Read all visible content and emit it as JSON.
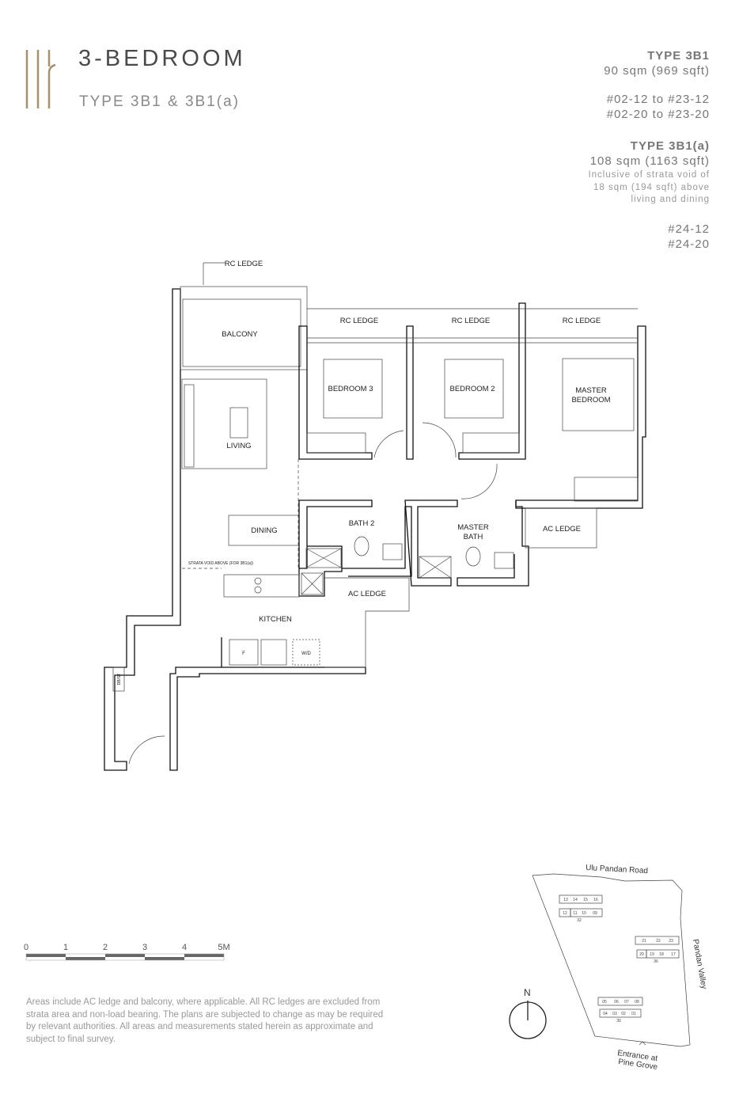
{
  "header": {
    "title": "3-BEDROOM",
    "subtitle": "TYPE 3B1 & 3B1(a)",
    "brand_color": "#a8916a"
  },
  "unit_info": {
    "type_a": {
      "name": "TYPE 3B1",
      "area": "90 sqm (969 sqft)",
      "units": [
        "#02-12 to #23-12",
        "#02-20 to #23-20"
      ]
    },
    "type_b": {
      "name": "TYPE 3B1(a)",
      "area": "108 sqm (1163 sqft)",
      "note": [
        "Inclusive of strata void of",
        "18 sqm (194 sqft) above",
        "living and dining"
      ],
      "units": [
        "#24-12",
        "#24-20"
      ]
    }
  },
  "floor_plan": {
    "labels": {
      "rc_ledge_balcony": "RC LEDGE",
      "balcony": "BALCONY",
      "rc_ledge_1": "RC LEDGE",
      "rc_ledge_2": "RC LEDGE",
      "rc_ledge_3": "RC LEDGE",
      "bedroom3": "BEDROOM 3",
      "bedroom2": "BEDROOM 2",
      "master_bedroom_1": "MASTER",
      "master_bedroom_2": "BEDROOM",
      "living": "LIVING",
      "dining": "DINING",
      "bath2": "BATH 2",
      "master_bath_1": "MASTER",
      "master_bath_2": "BATH",
      "ac_ledge_1": "AC LEDGE",
      "ac_ledge_2": "AC LEDGE",
      "strata_void": "STRATA VOID ABOVE (FOR 3B1(a))",
      "kitchen": "KITCHEN",
      "fridge": "F",
      "washer_dryer": "W/D",
      "db_st": "DB/ST"
    }
  },
  "scale_bar": {
    "ticks": [
      "0",
      "1",
      "2",
      "3",
      "4",
      "5M"
    ]
  },
  "disclaimer": [
    "Areas include AC ledge and balcony, where applicable. All RC ledges are excluded from",
    "strata area and non-load bearing. The plans are subjected to change as may be required",
    "by relevant authorities. All areas and measurements stated herein as approximate and",
    "subject to final survey."
  ],
  "site_plan": {
    "roads": {
      "north": "Ulu Pandan Road",
      "east": "Pandan Valley",
      "entrance_1": "Entrance at",
      "entrance_2": "Pine Grove"
    },
    "compass": "N",
    "highlight_color": "#8c7a5b",
    "blocks": [
      {
        "number": "32",
        "units": [
          "13",
          "14",
          "15",
          "16",
          "12",
          "11",
          "10",
          "09"
        ]
      },
      {
        "number": "36",
        "units": [
          "21",
          "22",
          "23",
          "20",
          "19",
          "18",
          "17"
        ]
      },
      {
        "number": "30",
        "units": [
          "05",
          "06",
          "07",
          "08",
          "04",
          "03",
          "02",
          "01"
        ]
      }
    ]
  }
}
